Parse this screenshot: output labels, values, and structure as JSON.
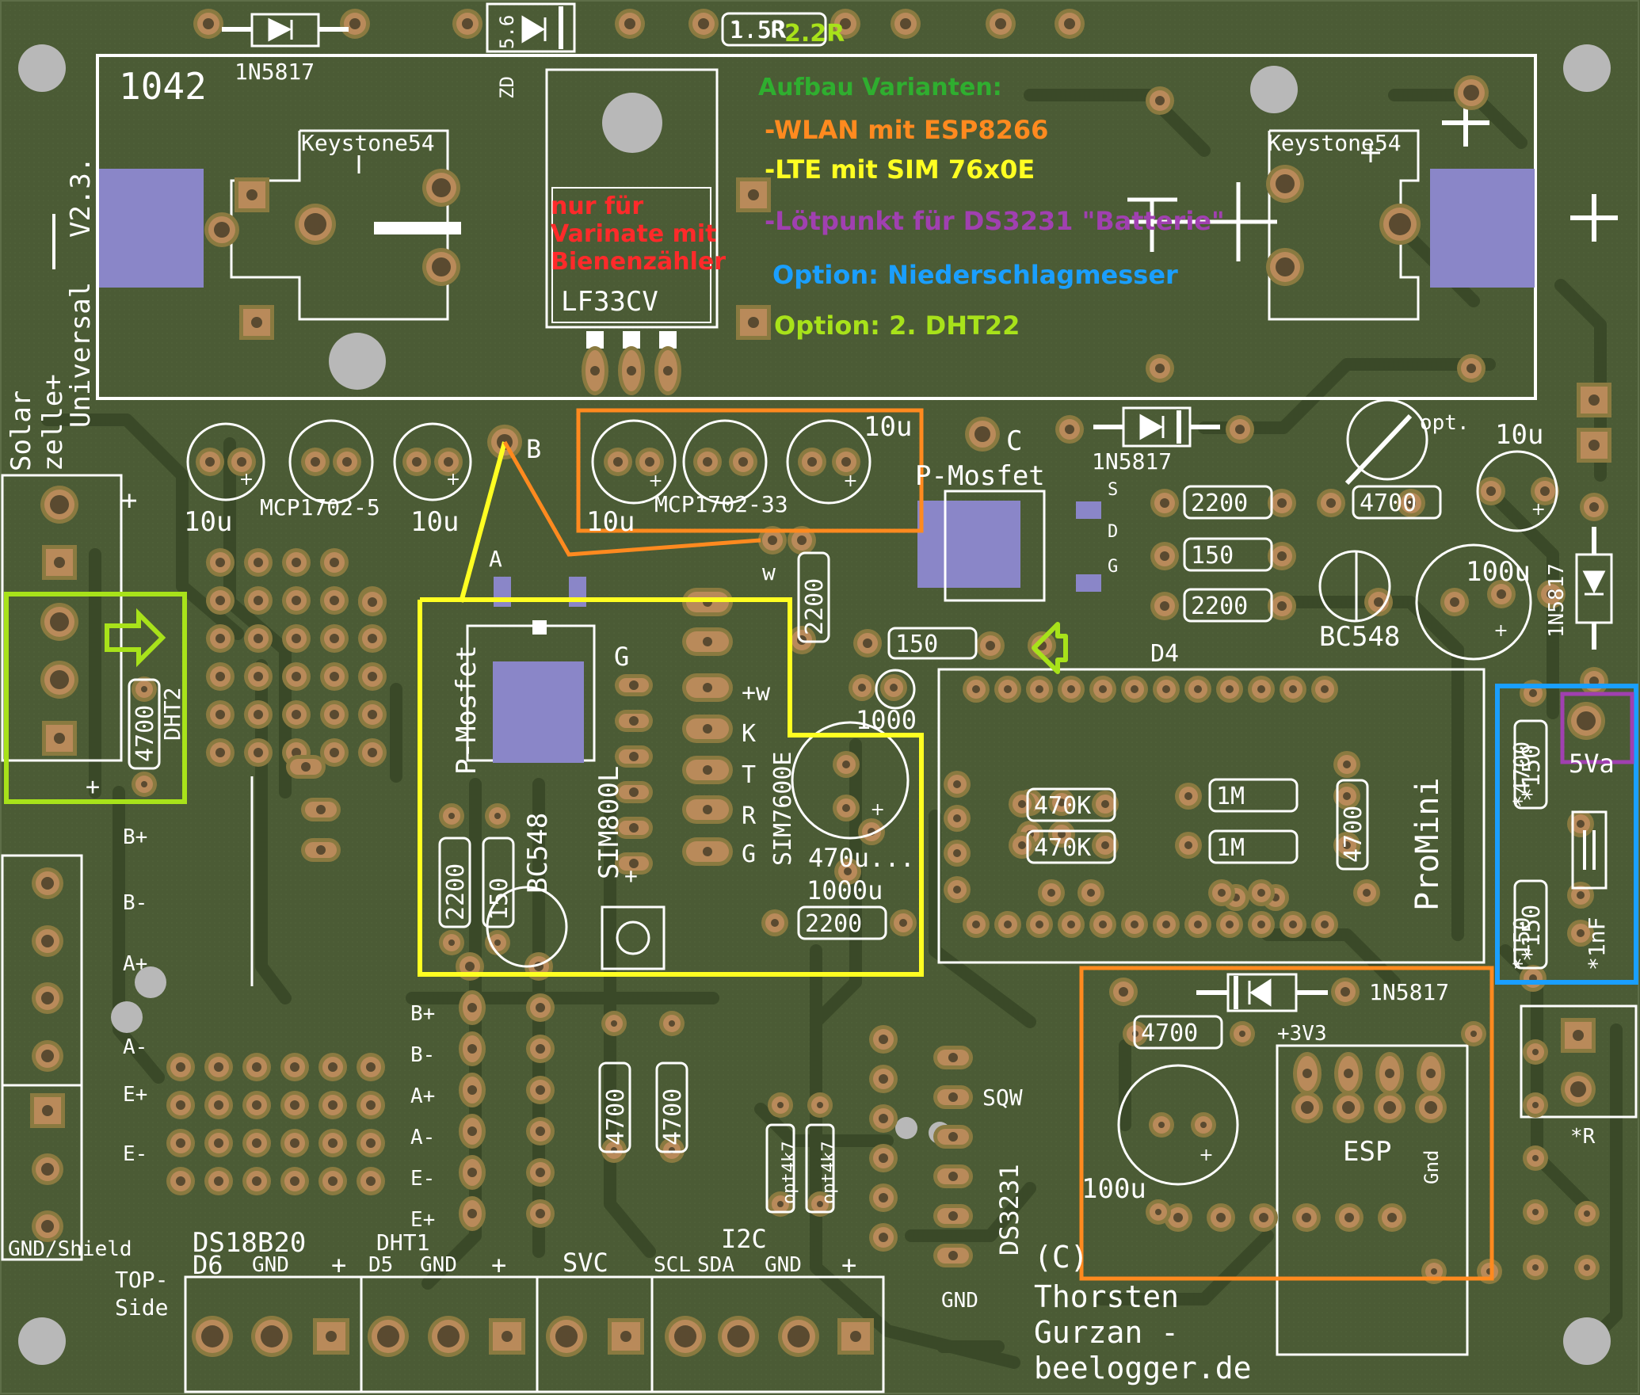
{
  "board": {
    "id": "1042",
    "version": "V2.3.",
    "name": "Universal",
    "copyright": [
      "(C)",
      "Thorsten",
      "Gurzan -",
      "beelogger.de"
    ],
    "side": [
      "TOP-",
      "Side"
    ]
  },
  "notes": {
    "title": "Aufbau Varianten:",
    "wlan": "-WLAN mit ESP8266",
    "lte": "-LTE mit SIM 76x0E",
    "lotpunkt": "-Lötpunkt für DS3231 \"Batterie\"",
    "niederschlag": "Option: Niederschlagmesser",
    "dht22": "Option: 2. DHT22",
    "bienen": [
      "nur für",
      "Varinate mit",
      "Bienenzähler"
    ],
    "r22": "2.2R"
  },
  "components": {
    "d_top1": "1N5817",
    "zd": "ZD",
    "zd_val": "5.6",
    "r_top": "1.5R",
    "keystone": "Keystone54",
    "reg33": "LF33CV",
    "solar": [
      "Solar",
      "zelle+"
    ],
    "cap10u": "10u",
    "mcp5": "MCP1702-5",
    "mcp33": "MCP1702-33",
    "pin_b": "B",
    "pin_a": "A",
    "pin_c": "C",
    "pin_w": "w",
    "pmosfet": "P-Mosfet",
    "d_mid": "1N5817",
    "opt": "opt.",
    "r2200": "2200",
    "r150": "150",
    "r4700": "4700",
    "bc548": "BC548",
    "c100u": "100u",
    "d_right": "1N5817",
    "dht2": "DHT2",
    "gate": "G",
    "sim800": "SIM800L",
    "sim7600": "SIM7600E",
    "pins_sim": [
      "+w",
      "K",
      "T",
      "R",
      "G"
    ],
    "c1000": "1000",
    "c470": "470u...",
    "c1000u": "1000u",
    "d4": "D4",
    "r470k": "470K",
    "r1m": "1M",
    "promini": "ProMini",
    "r_star4700": "*4700",
    "r_star150": "*150",
    "c_star1nf": "*1nF",
    "v5a": "5Va",
    "r_star": "*R",
    "esp": "ESP",
    "v33": "+3V3",
    "gnd": "Gnd",
    "ds3231": "DS3231",
    "sqw": "SQW",
    "gnd_label": "GND",
    "opt4k7": "opt4k7",
    "sds": [
      "S",
      "D",
      "G"
    ],
    "left_pins": [
      "B+",
      "B-",
      "A+",
      "A-",
      "E+",
      "E-"
    ],
    "mid_pins": [
      "B+",
      "B-",
      "A+",
      "A-",
      "E-",
      "E+"
    ],
    "gnd_shield": "GND/Shield",
    "conn_ds18b20": [
      "DS18B20",
      "D6",
      "GND",
      "+"
    ],
    "conn_dht1": [
      "DHT1",
      "D5",
      "GND",
      "+"
    ],
    "conn_svc": "SVC",
    "conn_i2c": [
      "I2C",
      "SCL",
      "SDA",
      "GND",
      "+"
    ],
    "plus": "+",
    "minus": "-"
  },
  "colors": {
    "board": "#4a5a34",
    "trace": "#3b4a2a",
    "pad": "#b98a5a",
    "pad_ring": "#8a7a40",
    "silk": "#ffffff",
    "smd": "#8a86c8",
    "hole": "#b8b8b8",
    "green": "#2fae2f",
    "orange": "#ff8a1f",
    "yellow": "#ffff22",
    "purple": "#a040b0",
    "blue": "#1a9fff",
    "red": "#ff2a2a",
    "lime": "#a8e21a"
  }
}
